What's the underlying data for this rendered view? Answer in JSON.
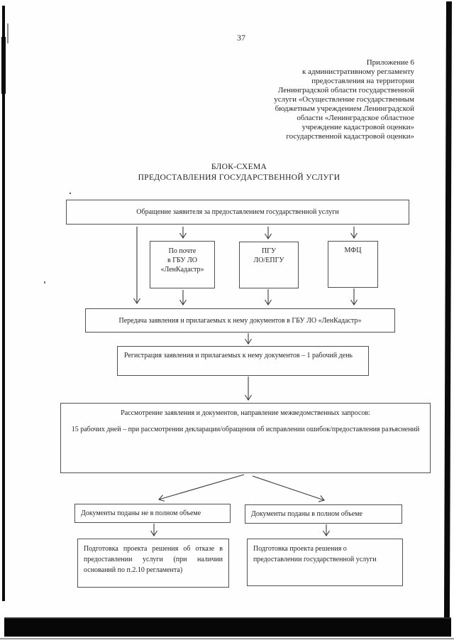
{
  "colors": {
    "ink": "#242424",
    "paper": "#fefefe",
    "artifact": "#0b0b0b"
  },
  "page": {
    "number": "37",
    "appendix_reference": "Приложение 6\nк административному регламенту\nпредоставления на территории\nЛенинградской области государственной\nуслуги «Осуществление государственным\nбюджетным учреждением Ленинградской\nобласти «Ленинградское областное\nучреждение кадастровой оценки»\nгосударственной кадастровой оценки»",
    "title": "БЛОК-СХЕМА\nПРЕДОСТАВЛЕНИЯ ГОСУДАРСТВЕННОЙ УСЛУГИ"
  },
  "flowchart": {
    "start": "Обращение заявителя за предоставлением государственной услуги",
    "channel_mail": "По почте\nв ГБУ ЛО\n«ЛенКадастр»",
    "channel_pgu": "ПГУ\nЛО/ЕПГУ",
    "channel_mfc": "МФЦ",
    "transfer": "Передача заявления и прилагаемых к нему документов в ГБУ ЛО «ЛенКадастр»",
    "registration": "Регистрация заявления и прилагаемых к нему документов – 1 рабочий день",
    "review_heading": "Рассмотрение заявления и документов, направление межведомственных запросов:",
    "review_term": "15 рабочих дней – при рассмотрении декларации/обращения об исправлении ошибок/предоставления разъяснений",
    "condition_incomplete": "Документы поданы не в полном объеме",
    "condition_complete": "Документы поданы в полном объеме",
    "outcome_refusal": "Подготовка проекта решения об отказе в предоставлении услуги (при наличии оснований по п.2.10 регламента)",
    "outcome_grant": "Подготовка проекта решения о предоставлении государственной услуги"
  }
}
